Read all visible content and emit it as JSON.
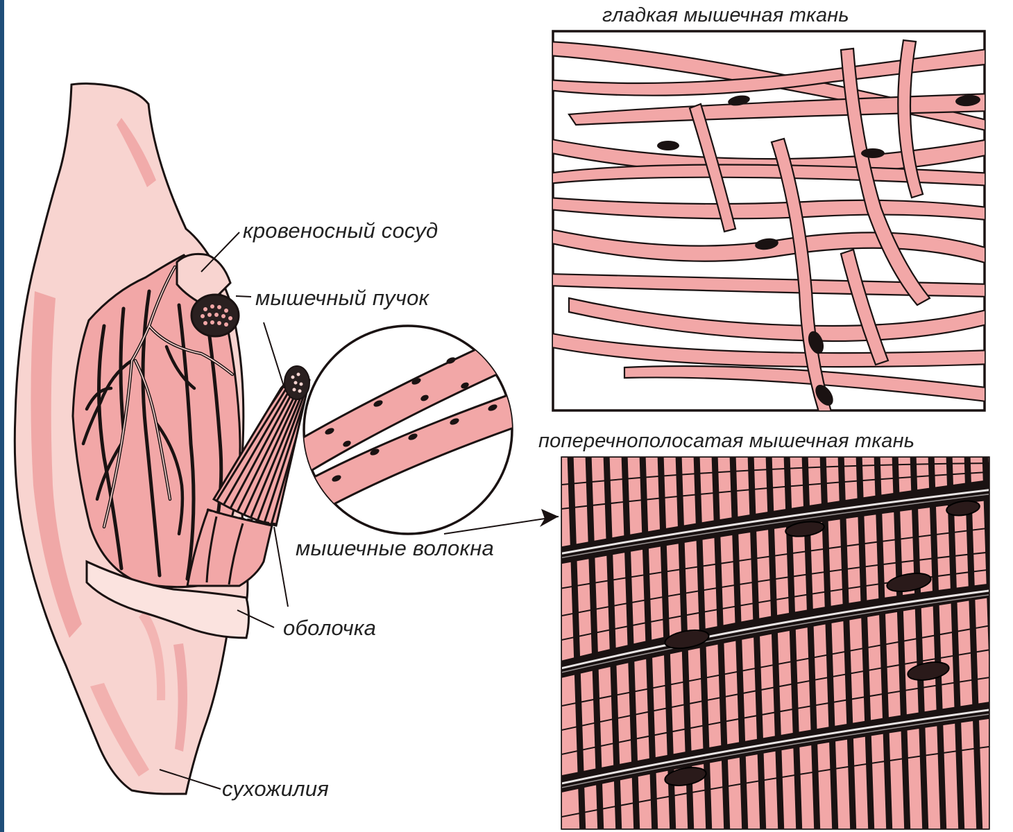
{
  "labels": {
    "smooth_title": "гладкая мышечная ткань",
    "striated_title": "поперечнополосатая мышечная ткань",
    "blood_vessel": "кровеносный сосуд",
    "muscle_bundle": "мышечный пучок",
    "muscle_fibers": "мышечные волокна",
    "sheath": "оболочка",
    "tendon": "сухожилия"
  },
  "colors": {
    "tissue_pink": "#f2a7a7",
    "tissue_pale": "#f8d4d0",
    "outline": "#1a1212",
    "frame_bg": "#ffffff",
    "slide_edge": "#1f4e79"
  }
}
